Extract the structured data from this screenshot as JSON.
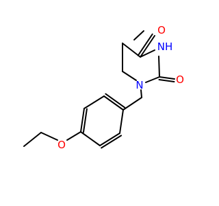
{
  "structure": {
    "atoms": [
      {
        "id": "O_upper",
        "label": "O",
        "color": "#ff0000"
      },
      {
        "id": "NH",
        "label": "NH",
        "color": "#0000ff"
      },
      {
        "id": "O_right",
        "label": "O",
        "color": "#ff0000"
      },
      {
        "id": "N_ring",
        "label": "N",
        "color": "#0000ff"
      },
      {
        "id": "O_ether",
        "label": "O",
        "color": "#ff0000"
      }
    ],
    "bond_color": "#000000",
    "background": "#ffffff"
  }
}
